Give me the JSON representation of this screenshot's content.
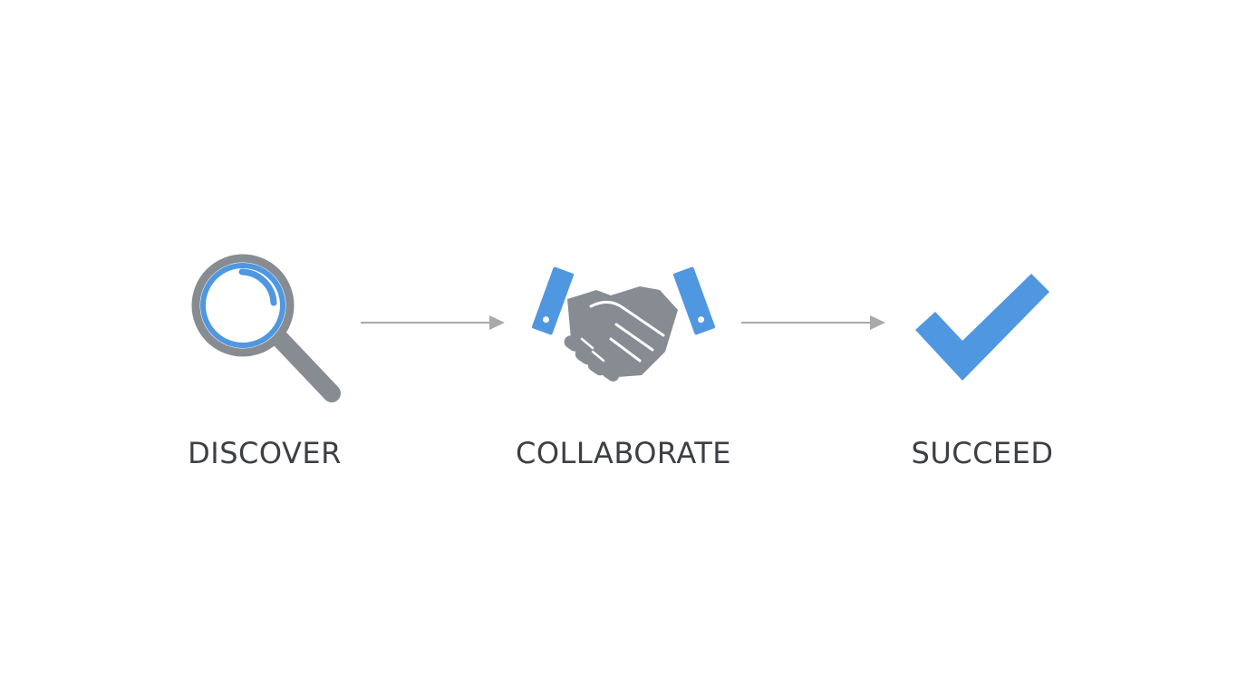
{
  "steps": [
    {
      "label": "DISCOVER",
      "icon": "magnifying-glass-icon"
    },
    {
      "label": "COLLABORATE",
      "icon": "handshake-icon"
    },
    {
      "label": "SUCCEED",
      "icon": "checkmark-icon"
    }
  ],
  "colors": {
    "accent_blue": "#4f97e0",
    "icon_gray": "#868c91",
    "text": "#3c3f44",
    "arrow": "#a9a9a9"
  }
}
